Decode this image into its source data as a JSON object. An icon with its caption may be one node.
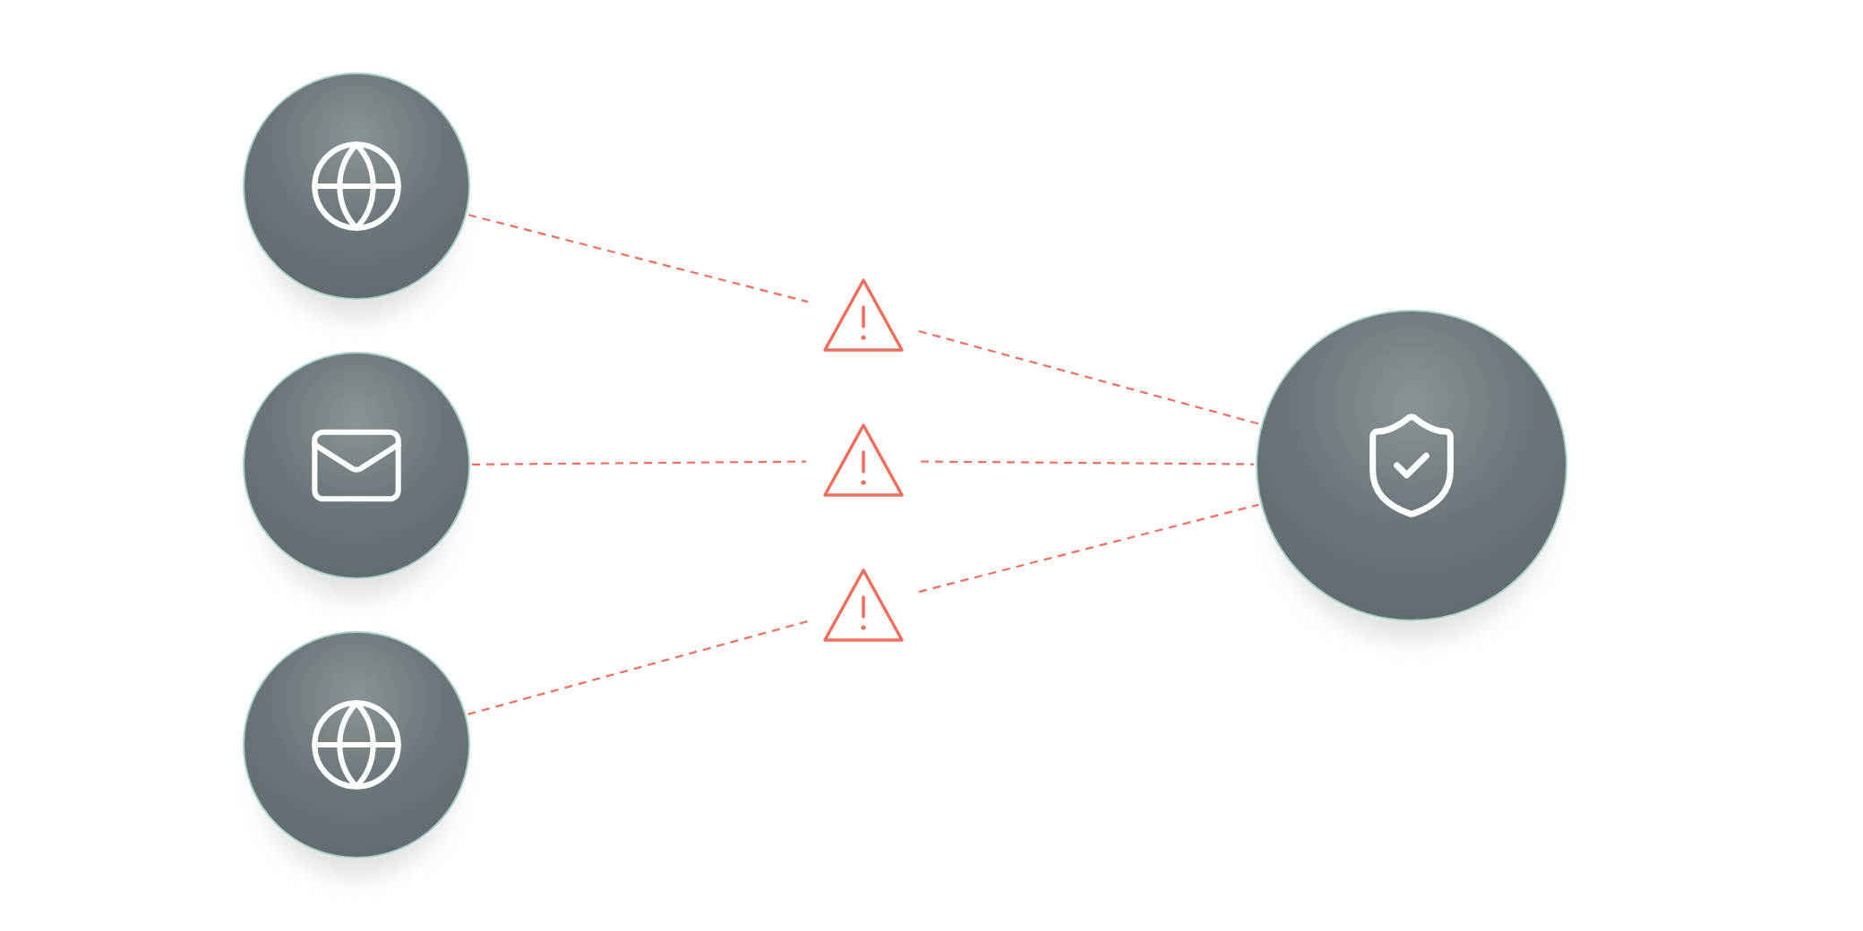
{
  "diagram": {
    "nodes": [
      {
        "text": [],
        "shape": "circle"
      },
      {
        "text": [],
        "shape": "circle"
      },
      {
        "text": [],
        "shape": "circle"
      },
      {
        "text": [],
        "shape": "triangle"
      },
      {
        "text": [],
        "shape": "triangle"
      },
      {
        "text": [],
        "shape": "triangle"
      },
      {
        "text": [],
        "shape": "circle"
      }
    ],
    "edges": [
      {
        "from": 0,
        "to": 3,
        "arrow": "none",
        "style": "dashed"
      },
      {
        "from": 3,
        "to": 6,
        "arrow": "none",
        "style": "dashed"
      },
      {
        "from": 1,
        "to": 4,
        "arrow": "none",
        "style": "dashed"
      },
      {
        "from": 4,
        "to": 6,
        "arrow": "none",
        "style": "dashed"
      },
      {
        "from": 2,
        "to": 5,
        "arrow": "none",
        "style": "dashed"
      },
      {
        "from": 5,
        "to": 6,
        "arrow": "none",
        "style": "dashed"
      }
    ]
  }
}
